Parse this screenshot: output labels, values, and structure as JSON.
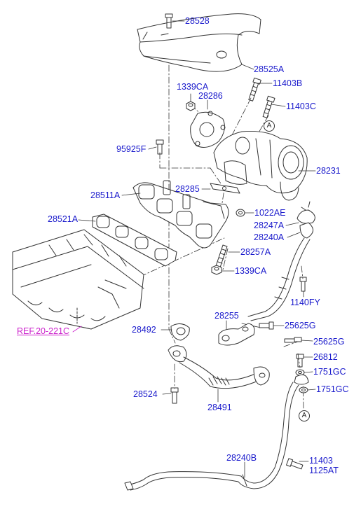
{
  "callouts": {
    "p28528": "28528",
    "p28525A": "28525A",
    "p1339CA_top": "1339CA",
    "p28286": "28286",
    "p11403B": "11403B",
    "p11403C": "11403C",
    "p95925F": "95925F",
    "p28231": "28231",
    "p28285": "28285",
    "p28511A": "28511A",
    "p1022AE": "1022AE",
    "p28521A": "28521A",
    "p28247A": "28247A",
    "p28240A": "28240A",
    "p28257A": "28257A",
    "p1339CA_bottom": "1339CA",
    "p1140FY": "1140FY",
    "p28255": "28255",
    "p25625G_1": "25625G",
    "p28492": "28492",
    "p25625G_2": "25625G",
    "p26812": "26812",
    "p1751GC_1": "1751GC",
    "p1751GC_2": "1751GC",
    "p28524": "28524",
    "p28491": "28491",
    "p28240B": "28240B",
    "p11403": "11403",
    "p1125AT": "1125AT"
  },
  "reference": "REF.20-221C",
  "connectors": {
    "a_top": "A",
    "a_bottom": "A"
  },
  "colors": {
    "part_number": "#1a1acc",
    "reference": "#cc22cc",
    "line_art": "#333333"
  }
}
